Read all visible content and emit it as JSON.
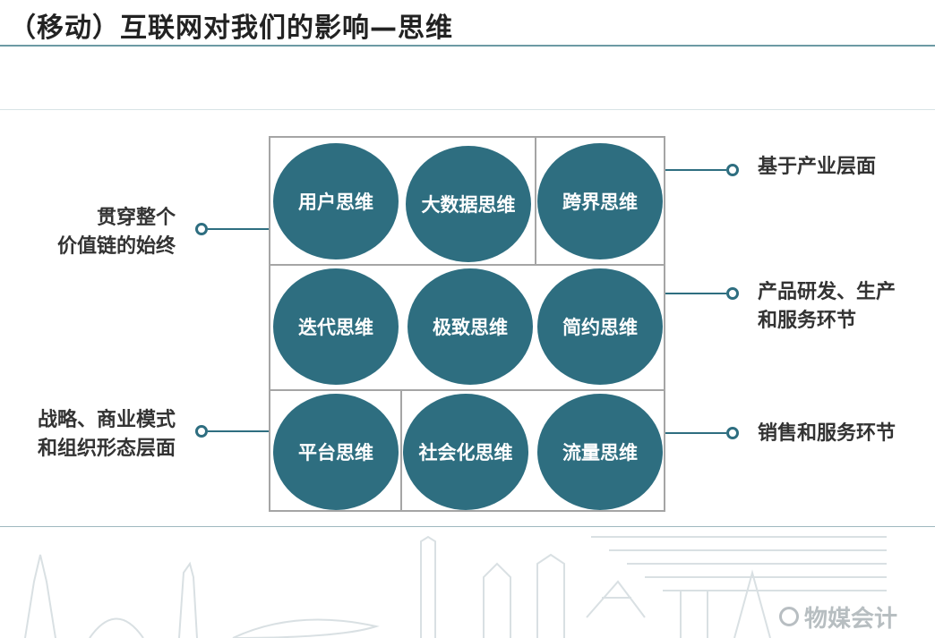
{
  "title": "（移动）互联网对我们的影响—思维",
  "grid": {
    "circles": [
      "用户思维",
      "大数据思维",
      "跨界思维",
      "迭代思维",
      "极致思维",
      "简约思维",
      "平台思维",
      "社会化思维",
      "流量思维"
    ]
  },
  "left_labels": {
    "top": [
      "贯穿整个",
      "价值链的始终"
    ],
    "bottom": [
      "战略、商业模式",
      "和组织形态层面"
    ]
  },
  "right_labels": {
    "row1": [
      "基于产业层面"
    ],
    "row2": [
      "产品研发、生产",
      "和服务环节"
    ],
    "row3": [
      "销售和服务环节"
    ]
  },
  "colors": {
    "circle": "#2e6e80",
    "grid_border": "#a5a5a5",
    "accent_line": "#6c9aa4"
  },
  "watermark": {
    "text": "物媒会计"
  }
}
